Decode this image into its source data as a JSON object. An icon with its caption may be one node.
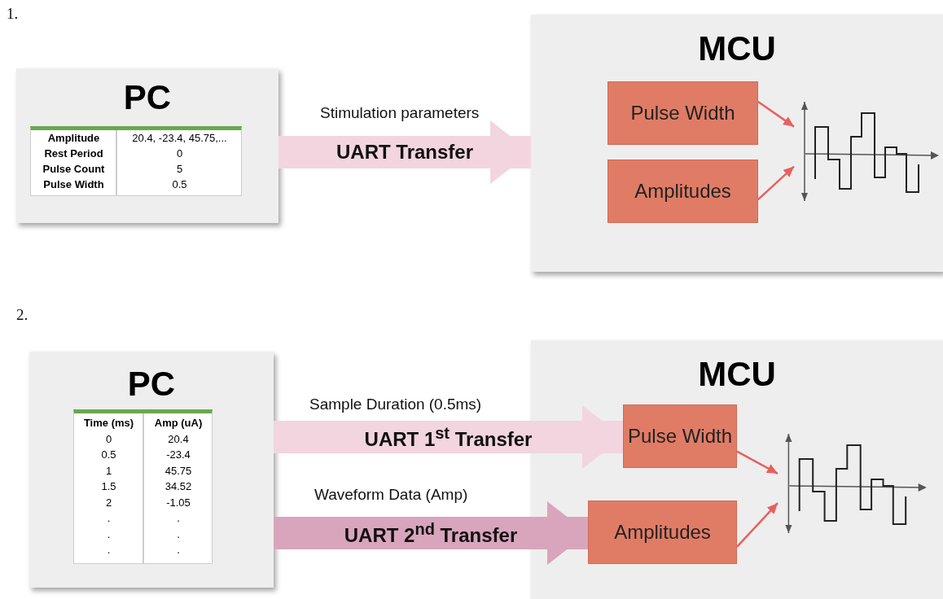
{
  "diagram": {
    "nodes": [
      {
        "text": [
          "PC"
        ]
      },
      {
        "text": [
          "Amplitude",
          "20.4, -23.4, 45.75,...",
          "Rest Period",
          "0",
          "Pulse Count",
          "5",
          "Pulse Width",
          "0.5"
        ],
        "in": 0
      },
      {
        "text": [
          "MCU"
        ]
      },
      {
        "text": [
          "Pulse Width"
        ],
        "in": 2
      },
      {
        "text": [
          "Amplitudes"
        ],
        "in": 2
      },
      {
        "text": [],
        "shape": "picture",
        "in": 2
      },
      {
        "text": [
          "PC"
        ]
      },
      {
        "text": [
          "Time (ms)",
          "Amp (uA)",
          "0",
          "20.4",
          "0.5",
          "-23.4",
          "1",
          "45.75",
          "1.5",
          "34.52",
          "2",
          "-1.05",
          ".",
          ".",
          ".",
          ".",
          ".",
          "."
        ],
        "in": 6
      },
      {
        "text": [
          "MCU"
        ]
      },
      {
        "text": [
          "Pulse Width"
        ],
        "in": 8
      },
      {
        "text": [
          "Amplitudes"
        ],
        "in": 8
      },
      {
        "text": [],
        "shape": "picture",
        "in": 8
      }
    ],
    "edges": [
      {
        "from": 0,
        "to": 2,
        "arrow": "to",
        "label": "UART Transfer",
        "style": "thick",
        "color": "#f2d5de"
      },
      {
        "from": 3,
        "to": 5,
        "arrow": "to"
      },
      {
        "from": 4,
        "to": 5,
        "arrow": "to"
      },
      {
        "from": 6,
        "to": 9,
        "arrow": "to",
        "label": "UART 1$^{st}$ Transfer",
        "style": "thick",
        "color": "#f2d5de"
      },
      {
        "from": 6,
        "to": 10,
        "arrow": "to",
        "label": "UART 2$^{nd}$ Transfer",
        "style": "thick",
        "color": "#d9a5bd"
      },
      {
        "from": 9,
        "to": 11,
        "arrow": "to"
      },
      {
        "from": 10,
        "to": 11,
        "arrow": "to"
      }
    ],
    "labels": [
      "1.",
      "Stimulation parameters",
      "2.",
      "Sample Duration (0.5ms)",
      "Waveform Data (Amp)"
    ]
  }
}
